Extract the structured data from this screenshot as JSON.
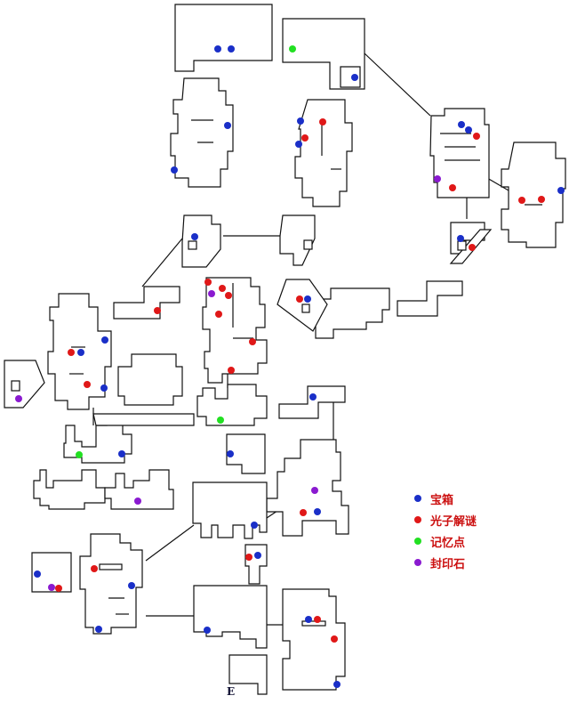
{
  "legend": [
    {
      "key": "treasure",
      "label": "宝箱",
      "color": "#1a2fc8"
    },
    {
      "key": "photon_puzzle",
      "label": "光子解谜",
      "color": "#e01818"
    },
    {
      "key": "memory_point",
      "label": "记忆点",
      "color": "#22e022"
    },
    {
      "key": "seal_stone",
      "label": "封印石",
      "color": "#8a1ad0"
    }
  ],
  "exit_label": "E"
}
